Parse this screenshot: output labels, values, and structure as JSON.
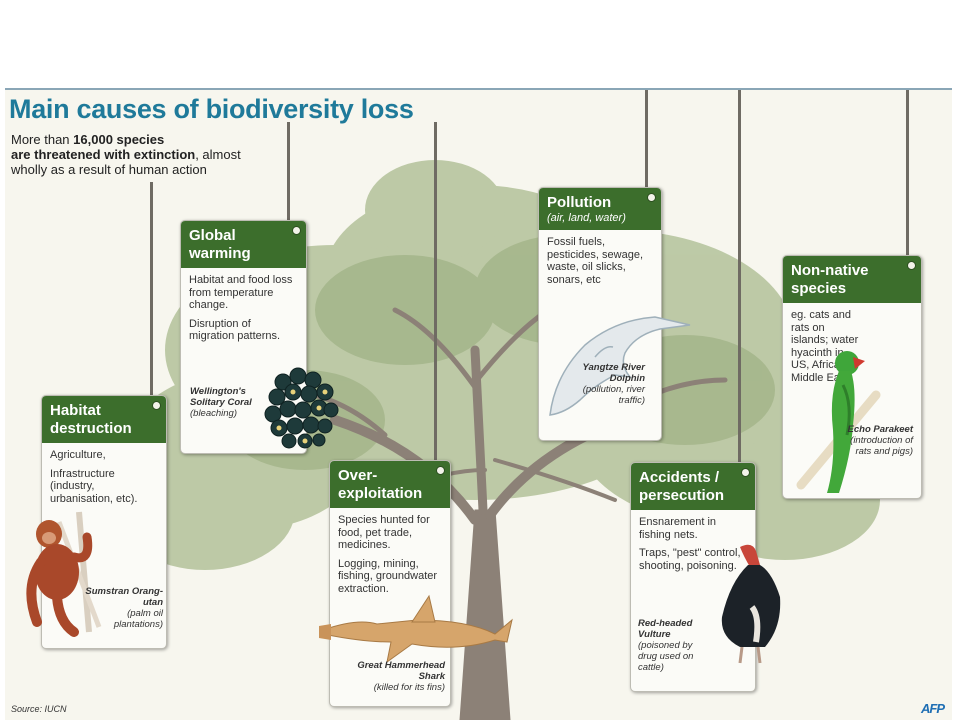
{
  "title": "Main causes of biodiversity loss",
  "intro": {
    "line1": "More than ",
    "bold1": "16,000 species",
    "bold2": "are threatened with extinction",
    "rest": ", almost wholly as a result of human action"
  },
  "cards": {
    "habitat": {
      "title": "Habitat destruction",
      "body": [
        "Agriculture,",
        "Infrastructure (industry, urbanisation, etc)."
      ],
      "animal_name": "Sumstran Orang-utan",
      "animal_note": "(palm oil plantations)"
    },
    "warming": {
      "title": "Global warming",
      "body": [
        "Habitat and food loss from temperature change.",
        "Disruption of migration patterns."
      ],
      "animal_name": "Wellington's Solitary Coral",
      "animal_note": "(bleaching)"
    },
    "overexploitation": {
      "title": "Over-exploitation",
      "body": [
        "Species hunted for food, pet trade, medicines.",
        "Logging, mining, fishing, groundwater extraction."
      ],
      "animal_name": "Great Hammerhead Shark",
      "animal_note": "(killed for its fins)"
    },
    "pollution": {
      "title": "Pollution",
      "subtitle": "(air, land, water)",
      "body": [
        "Fossil fuels, pesticides, sewage, waste, oil slicks, sonars, etc"
      ],
      "animal_name": "Yangtze River Dolphin",
      "animal_note": "(pollution, river traffic)"
    },
    "accidents": {
      "title": "Accidents / persecution",
      "body": [
        "Ensnarement in fishing nets.",
        "Traps, \"pest\" control, shooting, poisoning."
      ],
      "animal_name": "Red-headed Vulture",
      "animal_note": "(poisoned by drug used on cattle)"
    },
    "nonnative": {
      "title": "Non-native species",
      "body": [
        "eg. cats and rats on islands; water hyacinth in US, Africa, Middle East"
      ],
      "animal_name": "Echo Parakeet",
      "animal_note": "(introduction of rats and pigs)"
    }
  },
  "source": "Source: IUCN",
  "logo": "AFP",
  "colors": {
    "title": "#1f7a9a",
    "card_header": "#3c6e2c",
    "tree_foliage": "#a9b98f",
    "trunk": "#8a7f74"
  }
}
